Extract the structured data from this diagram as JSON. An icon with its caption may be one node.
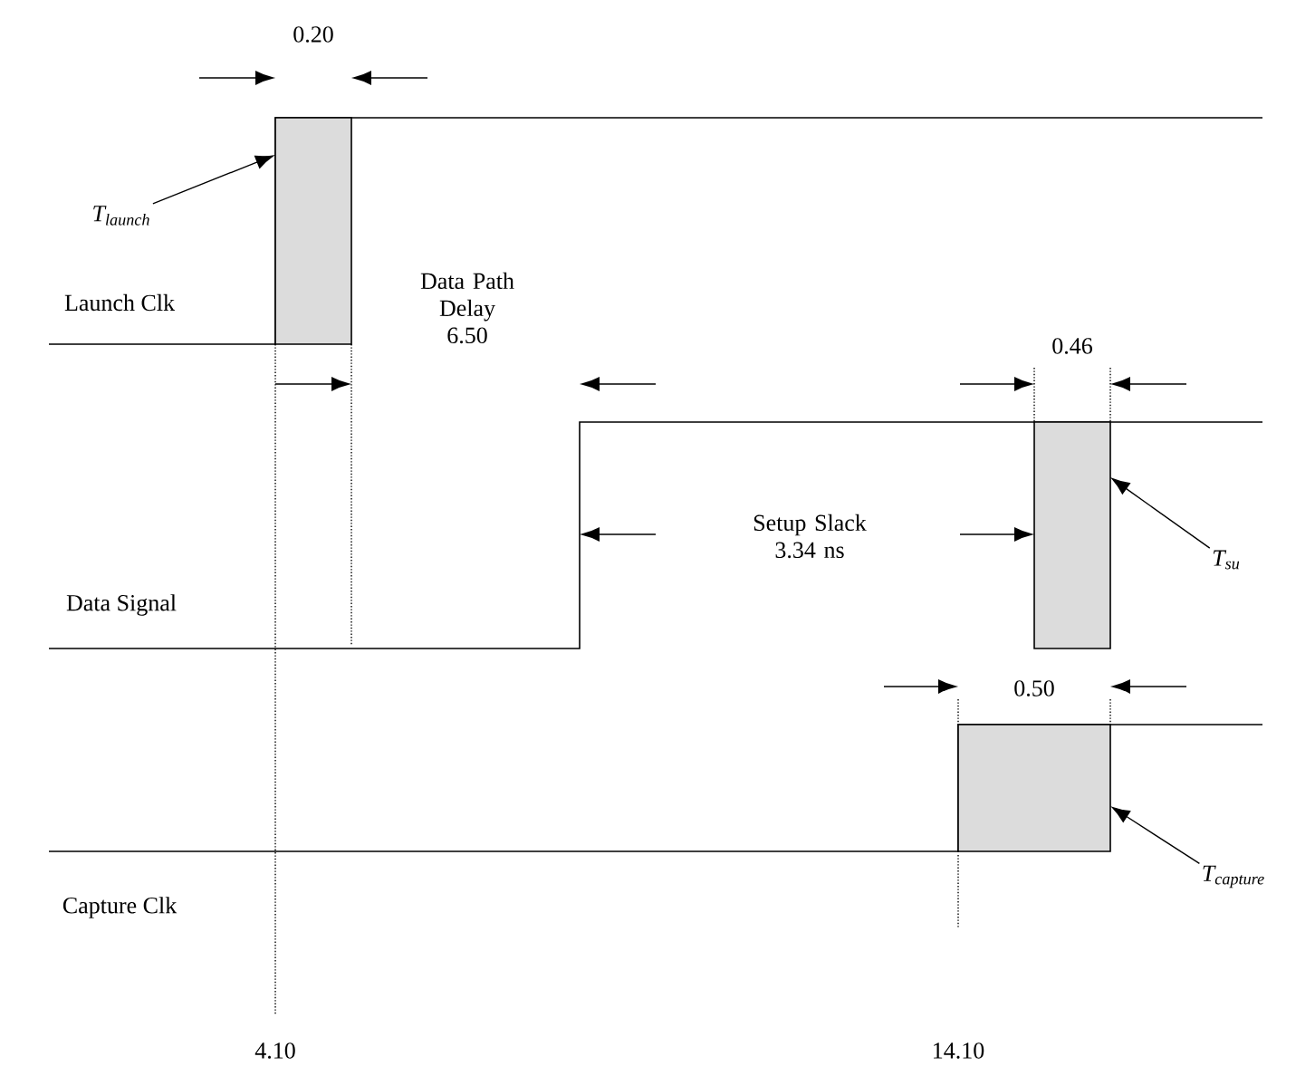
{
  "diagram": {
    "nodes": [
      {
        "text": [],
        "shape": "box"
      },
      {
        "text": [
          "T$_{launch}$"
        ]
      },
      {
        "text": [],
        "shape": "box"
      },
      {
        "text": [
          "T$_{su}$"
        ]
      },
      {
        "text": [],
        "shape": "box"
      },
      {
        "text": [
          "T$_{capture}$"
        ]
      }
    ],
    "edges": [
      {
        "from": 1,
        "to": 0,
        "arrow": "to"
      },
      {
        "from": 3,
        "to": 2,
        "arrow": "to"
      },
      {
        "from": 5,
        "to": 4,
        "arrow": "to"
      }
    ],
    "labels": [
      "0.20",
      "Data Path Delay 6.50",
      "Launch Clk",
      "0.46",
      "Setup Slack 3.34 ns",
      "Data Signal",
      "0.50",
      "Capture Clk",
      "4.10",
      "14.10"
    ]
  }
}
